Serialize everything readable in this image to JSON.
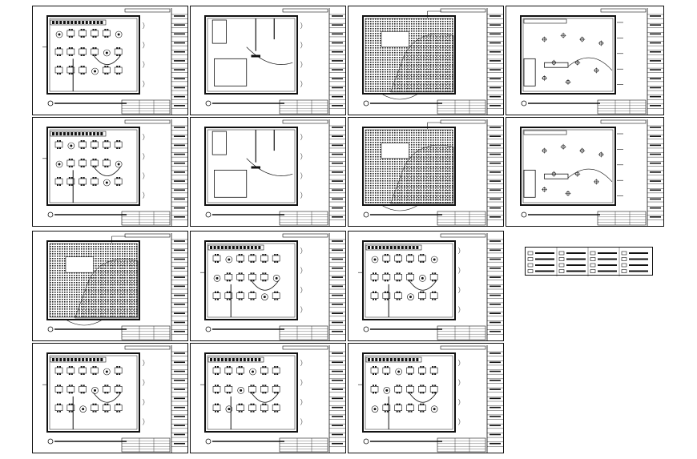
{
  "drawing_set": {
    "description_text": "",
    "sheets": [
      {
        "id": "A1",
        "kind": "furniture-plan"
      },
      {
        "id": "A2",
        "kind": "wall-plan"
      },
      {
        "id": "A3",
        "kind": "ceiling-hatch-plan"
      },
      {
        "id": "A4",
        "kind": "lighting-plan"
      },
      {
        "id": "B1",
        "kind": "furniture-plan"
      },
      {
        "id": "B2",
        "kind": "wall-plan"
      },
      {
        "id": "B3",
        "kind": "ceiling-hatch-plan"
      },
      {
        "id": "B4",
        "kind": "lighting-plan"
      },
      {
        "id": "C1",
        "kind": "ceiling-hatch-plan"
      },
      {
        "id": "C2",
        "kind": "furniture-plan"
      },
      {
        "id": "C3",
        "kind": "furniture-plan"
      },
      {
        "id": "D1",
        "kind": "furniture-plan"
      },
      {
        "id": "D2",
        "kind": "furniture-plan"
      },
      {
        "id": "D3",
        "kind": "furniture-plan"
      }
    ],
    "legend": {
      "rows": 4,
      "cols": 4
    },
    "colors": {
      "line": "#111111",
      "paper": "#ffffff",
      "hatch": "#222222"
    }
  }
}
